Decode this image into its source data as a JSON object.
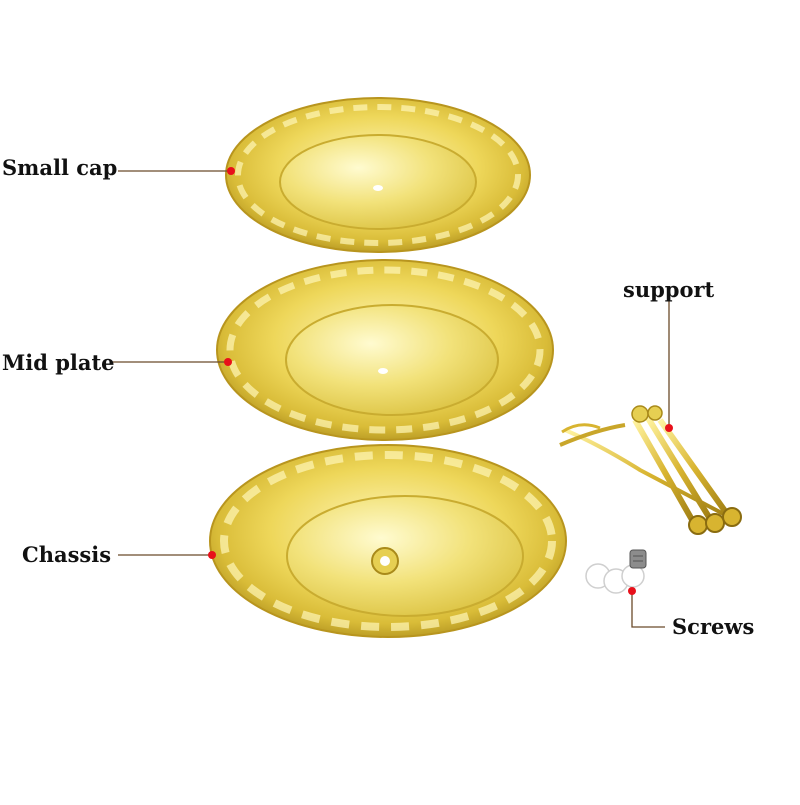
{
  "labels": {
    "small_cap": "Small cap",
    "mid_plate": "Mid plate",
    "chassis": "Chassis",
    "support": "support",
    "screws": "Screws"
  },
  "colors": {
    "gold_light": "#fbf3a6",
    "gold_mid": "#e6cf52",
    "gold_dark": "#b8951e",
    "leader_line": "#6b4a2a",
    "marker_dot": "#e8101a",
    "text": "#111111"
  }
}
